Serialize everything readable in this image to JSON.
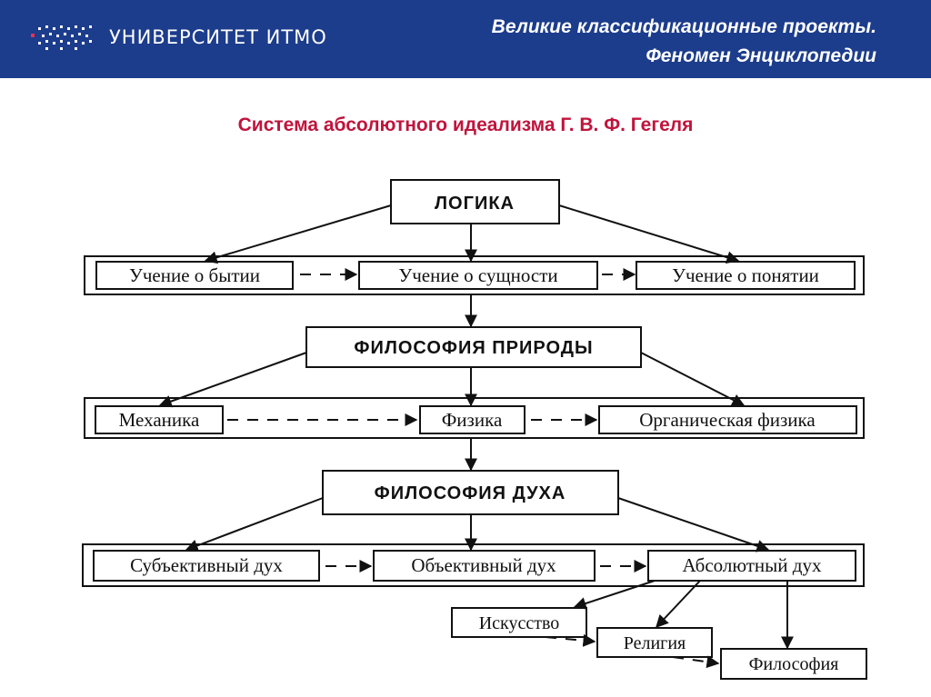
{
  "header": {
    "logo_text": "УНИВЕРСИТЕТ ИТМО",
    "title_line1": "Великие классификационные проекты.",
    "title_line2": "Феномен Энциклопедии",
    "bg_color": "#1c3c8c"
  },
  "slide_title": "Система абсолютного идеализма Г. В. Ф. Гегеля",
  "slide_title_color": "#c0143c",
  "diagram": {
    "logic": "ЛОГИКА",
    "logic_items": [
      "Учение о бытии",
      "Учение о сущности",
      "Учение о понятии"
    ],
    "nature": "ФИЛОСОФИЯ ПРИРОДЫ",
    "nature_items": [
      "Механика",
      "Физика",
      "Органическая физика"
    ],
    "spirit": "ФИЛОСОФИЯ ДУХА",
    "spirit_items": [
      "Субъективный дух",
      "Объективный дух",
      "Абсолютный дух"
    ],
    "absolute_items": [
      "Искусство",
      "Религия",
      "Философия"
    ]
  }
}
